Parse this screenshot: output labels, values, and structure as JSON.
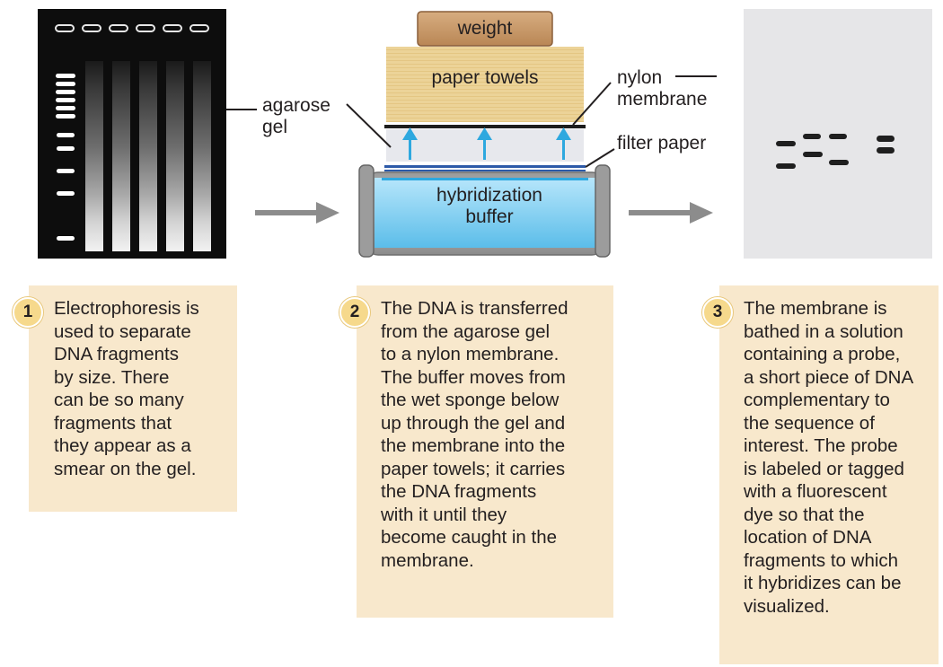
{
  "labels": {
    "weight": "weight",
    "paper_towels": "paper towels",
    "agarose_gel_line1": "agarose",
    "agarose_gel_line2": "gel",
    "nylon_membrane_line1": "nylon",
    "nylon_membrane_line2": "membrane",
    "filter_paper": "filter paper",
    "hybridization_buffer_line1": "hybridization",
    "hybridization_buffer_line2": "buffer"
  },
  "steps": [
    {
      "number": "1",
      "lines": [
        "Electrophoresis is",
        "used to separate",
        "DNA fragments",
        "by size. There",
        "can be so many",
        "fragments that",
        "they appear as a",
        "smear on the gel."
      ]
    },
    {
      "number": "2",
      "lines": [
        "The DNA is transferred",
        "from the agarose gel",
        "to a nylon membrane.",
        "The buffer moves from",
        "the wet sponge below",
        "up through the gel and",
        "the membrane into the",
        "paper towels; it carries",
        "the DNA fragments",
        "with it until they",
        "become caught in the",
        "membrane."
      ]
    },
    {
      "number": "3",
      "lines": [
        "The membrane is",
        "bathed in a solution",
        "containing a probe,",
        "a short piece of DNA",
        "complementary to",
        "the sequence of",
        "interest. The probe",
        "is labeled or tagged",
        "with a fluorescent",
        "dye so that the",
        "location of DNA",
        "fragments to which",
        "it hybridizes can be",
        "visualized."
      ]
    }
  ],
  "colors": {
    "step_box": "#f8e8cc",
    "badge": "#f6d98c",
    "gel_background": "#0d0d0d",
    "paper_towels": "#ecd398",
    "weight": "#c99a6a",
    "buffer": "#7fcff0",
    "arrow_blue": "#2ea8df",
    "process_arrow": "#8c8c8c",
    "membrane_result": "#e6e6e8"
  },
  "icons": [
    "right-arrow-icon",
    "up-arrow-icon"
  ]
}
